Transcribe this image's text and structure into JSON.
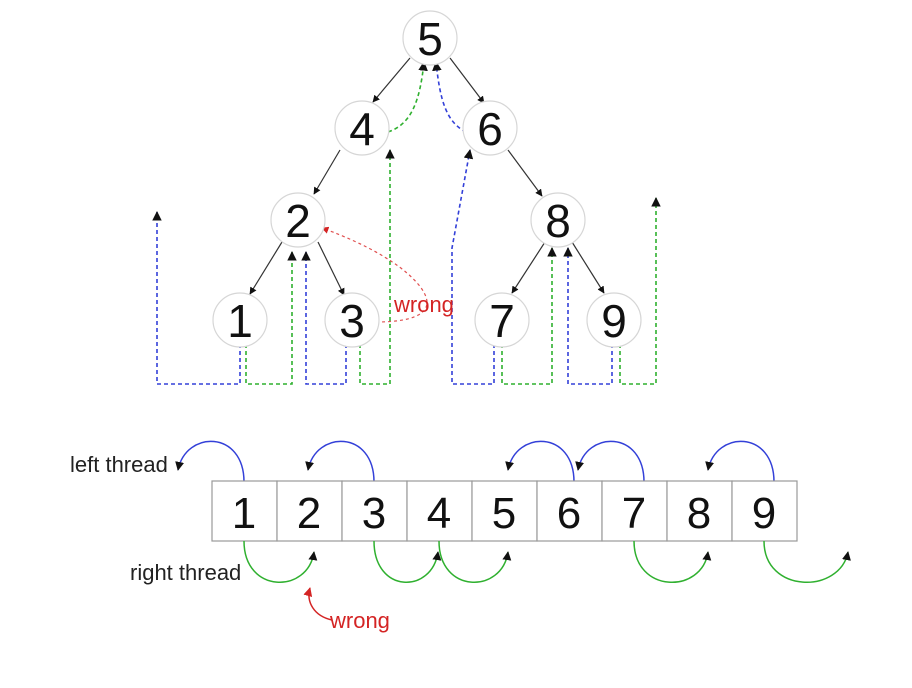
{
  "tree": {
    "nodes": [
      {
        "id": "n5",
        "label": "5"
      },
      {
        "id": "n4",
        "label": "4"
      },
      {
        "id": "n6",
        "label": "6"
      },
      {
        "id": "n2",
        "label": "2"
      },
      {
        "id": "n8",
        "label": "8"
      },
      {
        "id": "n1",
        "label": "1"
      },
      {
        "id": "n3",
        "label": "3"
      },
      {
        "id": "n7",
        "label": "7"
      },
      {
        "id": "n9",
        "label": "9"
      }
    ],
    "edges": [
      [
        "5",
        "4"
      ],
      [
        "5",
        "6"
      ],
      [
        "4",
        "2"
      ],
      [
        "6",
        "8"
      ],
      [
        "2",
        "1"
      ],
      [
        "2",
        "3"
      ],
      [
        "8",
        "7"
      ],
      [
        "8",
        "9"
      ]
    ],
    "wrong_label": "wrong"
  },
  "array": {
    "cells": [
      "1",
      "2",
      "3",
      "4",
      "5",
      "6",
      "7",
      "8",
      "9"
    ],
    "left_thread_label": "left thread",
    "right_thread_label": "right thread",
    "wrong_label": "wrong"
  },
  "colors": {
    "left_thread": "#3340d8",
    "right_thread": "#2fb02f",
    "wrong": "#d42424"
  }
}
